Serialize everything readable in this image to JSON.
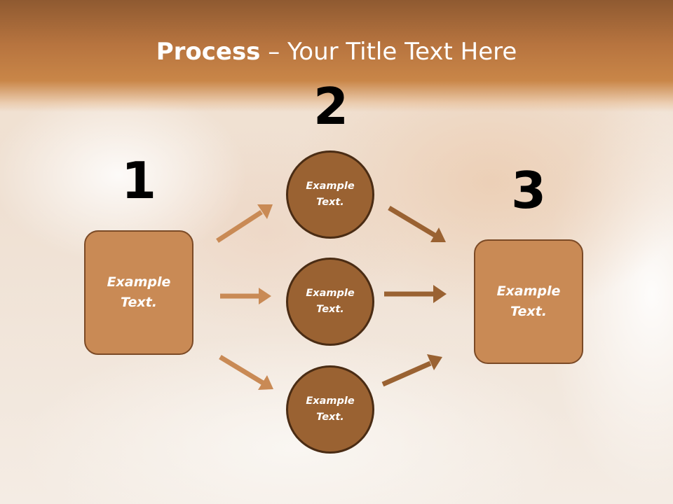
{
  "slide": {
    "title_bold": "Process",
    "title_rest": " – Your Title Text Here"
  },
  "steps": [
    {
      "number": "1"
    },
    {
      "number": "2"
    },
    {
      "number": "3"
    }
  ],
  "nodes": {
    "start_box": "Example\nText.",
    "circle_top": "Example\nText.",
    "circle_middle": "Example\nText.",
    "circle_bottom": "Example\nText.",
    "end_box": "Example\nText."
  },
  "colors": {
    "header": "#b7743f",
    "box_fill": "#c98a55",
    "circle_fill": "#9a6232",
    "arrow_light": "#c98a55",
    "arrow_dark": "#9a6232"
  }
}
